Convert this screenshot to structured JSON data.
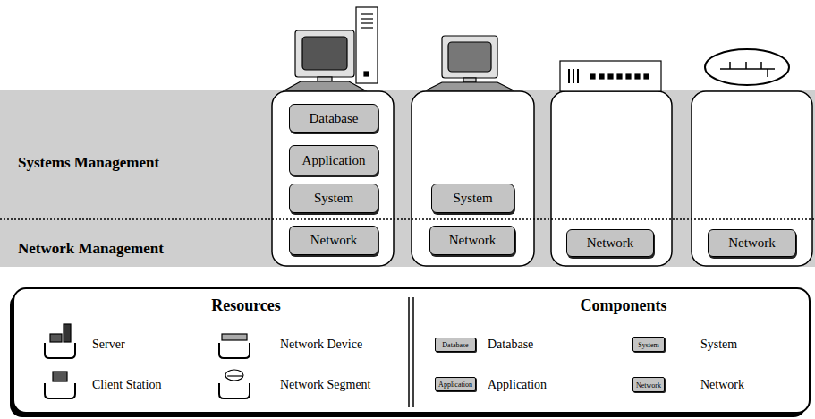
{
  "diagram": {
    "nodes": [
      {
        "text": [
          "Systems Management",
          "Network Management"
        ]
      },
      {
        "text": [
          "Database"
        ],
        "in": 0
      },
      {
        "text": [
          "Application"
        ],
        "in": 0
      },
      {
        "text": [
          "System"
        ],
        "in": 0
      },
      {
        "text": [
          "Network"
        ],
        "in": 0
      },
      {
        "text": [
          "System"
        ],
        "in": 0
      },
      {
        "text": [
          "Network"
        ],
        "in": 0
      },
      {
        "text": [
          "Network"
        ],
        "in": 0
      },
      {
        "text": [
          "Network"
        ],
        "in": 0
      }
    ],
    "labels": [
      "Resources",
      "Components",
      "Database",
      "System",
      "Application",
      "Network"
    ],
    "legend": [
      {
        "text": "Server"
      },
      {
        "text": "Network Device"
      },
      {
        "text": "Client Station"
      },
      {
        "text": "Network Segment"
      },
      {
        "text": "Database",
        "color": "#c4c4c4"
      },
      {
        "text": "System",
        "color": "#c4c4c4"
      },
      {
        "text": "Application",
        "color": "#c4c4c4"
      },
      {
        "text": "Network",
        "color": "#c4c4c4"
      }
    ]
  }
}
